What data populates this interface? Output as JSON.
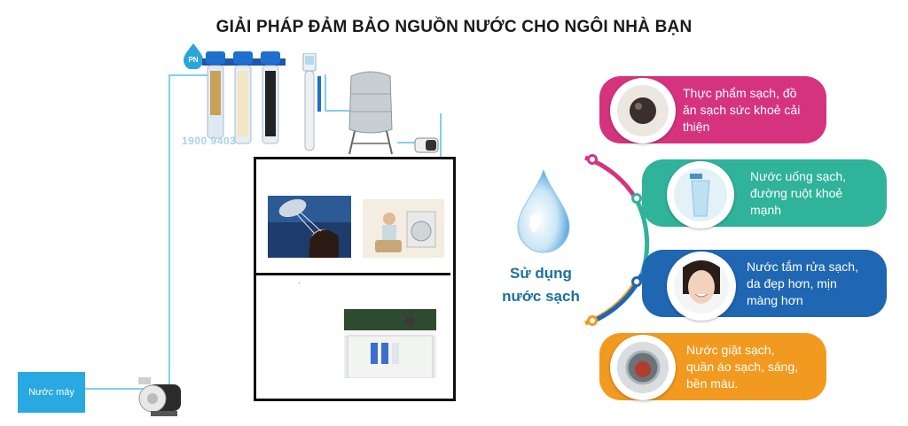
{
  "title": "GIẢI PHÁP ĐẢM BẢO NGUỒN NƯỚC CHO NGÔI NHÀ BẠN",
  "left_panel": {
    "tap_label": "Nước máy",
    "brand_logo_text": "PN",
    "phone": "1900 9403",
    "house_dot": "."
  },
  "right_panel": {
    "drop_text_line1": "Sử dụng",
    "drop_text_line2": "nước sạch",
    "cards": [
      {
        "text_line1": "Thực phẩm sạch, đồ",
        "text_line2": "ăn sạch sức khoẻ cải",
        "text_line3": "thiện",
        "color": "#d6337f"
      },
      {
        "text_line1": "Nước uống sạch,",
        "text_line2": "đường ruột khoẻ",
        "text_line3": "mạnh",
        "color": "#2fb39a"
      },
      {
        "text_line1": "Nước tắm rửa sạch,",
        "text_line2": "da đẹp hơn, mịn",
        "text_line3": "màng hơn",
        "color": "#1f66b3"
      },
      {
        "text_line1": "Nước giặt sạch,",
        "text_line2": "quần áo sạch, sáng,",
        "text_line3": "bền màu.",
        "color": "#f29a1f"
      }
    ]
  },
  "colors": {
    "pipe": "#7fd0ef",
    "tap_box": "#29a9e1",
    "drop_text": "#1d6f9e"
  },
  "icons": [
    "water-pump-icon",
    "filter-housing-icon",
    "water-tank-icon",
    "water-drop-icon"
  ]
}
